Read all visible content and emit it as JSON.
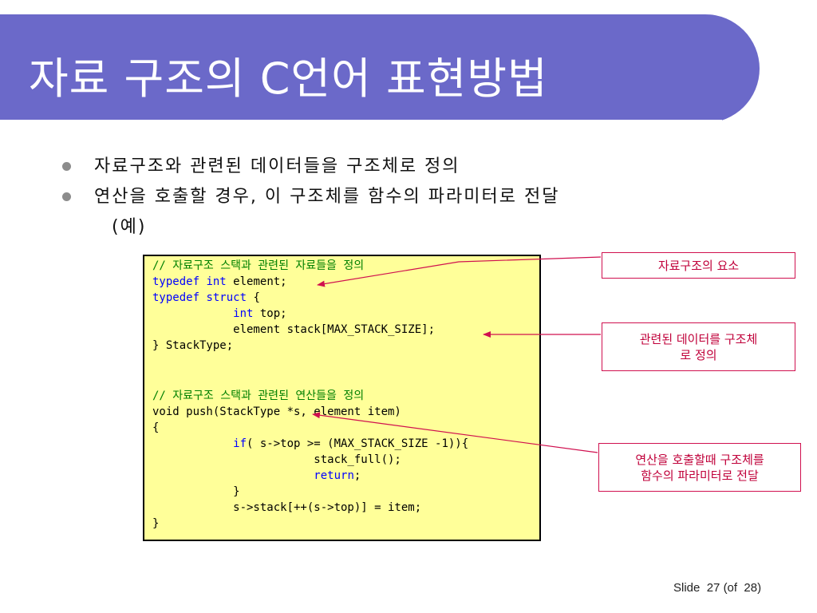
{
  "title": "자료 구조의 C언어 표현방법",
  "bullets": [
    "자료구조와 관련된 데이터들을 구조체로 정의",
    "연산을 호출할 경우, 이 구조체를 함수의 파라미터로 전달"
  ],
  "example_label": "(예)",
  "code": {
    "comment1": "// 자료구조 스택과 관련된 자료들을 정의",
    "typedef_kw": "typedef",
    "int_kw": "int",
    "line2_rest": " element;",
    "struct_kw": "struct",
    "line3_rest": " {",
    "line4_rest": " top;",
    "line5": "            element stack[MAX_STACK_SIZE];",
    "line6": "} StackType;",
    "comment2": "// 자료구조 스택과 관련된 연산들을 정의",
    "line9": "void push(StackType *s, element item)",
    "line10": "{",
    "if_kw": "if",
    "line11_rest": "( s->top >= (MAX_STACK_SIZE -1)){",
    "line12": "                        stack_full();",
    "return_kw": "return",
    "line13_rest": ";",
    "line14": "            }",
    "line15": "            s->stack[++(s->top)] = item;",
    "line16": "}"
  },
  "callouts": {
    "c1": "자료구조의 요소",
    "c2_line1": "관련된 데이터를 구조체",
    "c2_line2": "로 정의",
    "c3_line1": "연산을 호출할때 구조체를",
    "c3_line2": "함수의 파라미터로 전달"
  },
  "footer": {
    "slide_label": "Slide",
    "slide_number": "27",
    "of_label": "(of",
    "total": "28)"
  },
  "colors": {
    "title_bar": "#6b69c9",
    "code_bg": "#ffff99",
    "callout_border": "#d0104f",
    "comment": "#008000",
    "keyword": "#0000ff"
  }
}
